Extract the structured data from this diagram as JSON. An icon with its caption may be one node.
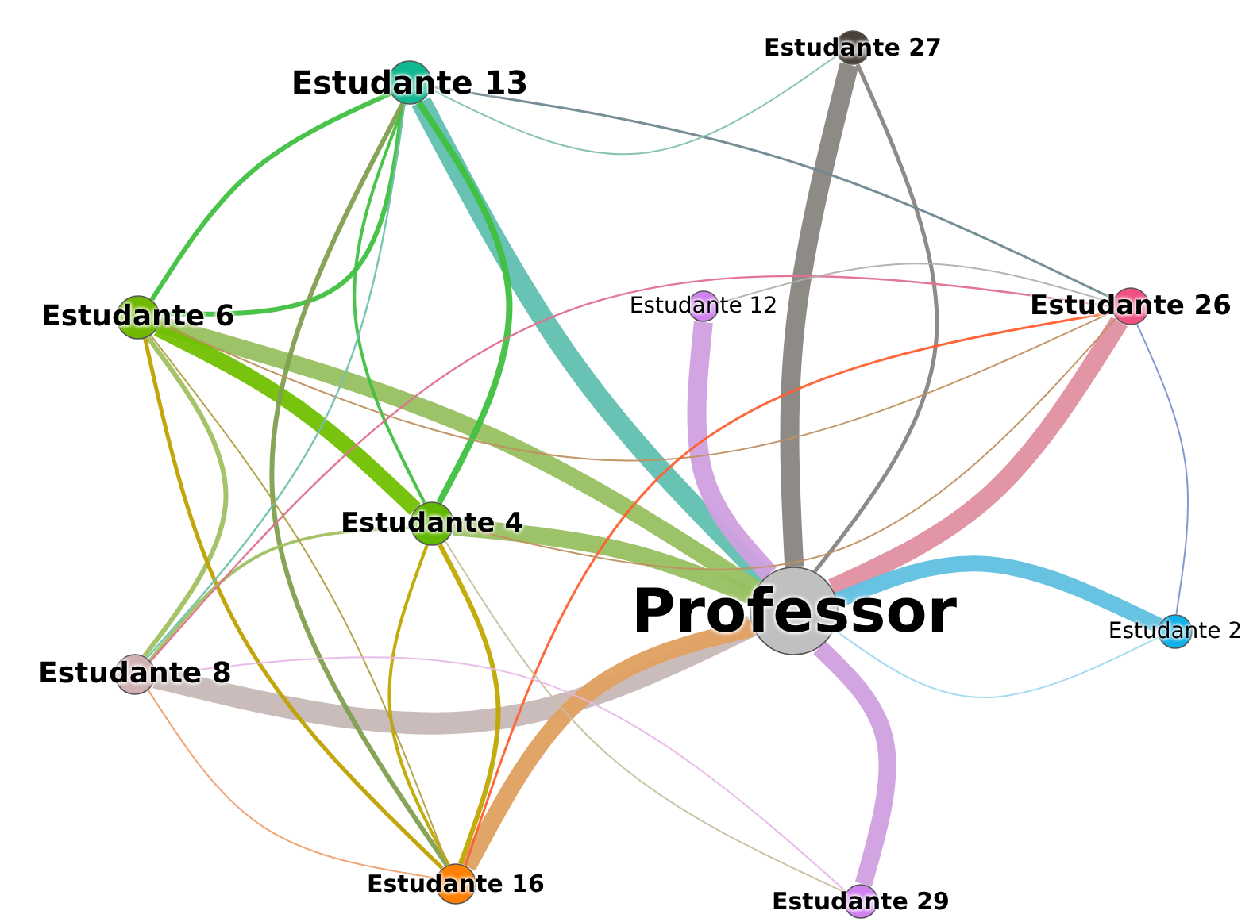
{
  "diagram": {
    "nodes": [
      {
        "text": [
          "Professor"
        ]
      },
      {
        "text": [
          "Estudante 13"
        ]
      },
      {
        "text": [
          "Estudante 27"
        ]
      },
      {
        "text": [
          "Estudante 6"
        ]
      },
      {
        "text": [
          "Estudante 12"
        ]
      },
      {
        "text": [
          "Estudante 26"
        ]
      },
      {
        "text": [
          "Estudante 4"
        ]
      },
      {
        "text": [
          "Estudante 8"
        ]
      },
      {
        "text": [
          "Estudante 2"
        ]
      },
      {
        "text": [
          "Estudante 16"
        ]
      },
      {
        "text": [
          "Estudante 29"
        ]
      }
    ],
    "edges": [
      {
        "from": 1,
        "to": 0,
        "arrow": "none",
        "style": "thick",
        "color": "#60c0b0"
      },
      {
        "from": 2,
        "to": 0,
        "arrow": "none",
        "style": "thick",
        "color": "#888480"
      },
      {
        "from": 5,
        "to": 0,
        "arrow": "none",
        "style": "thick",
        "color": "#e090a0"
      },
      {
        "from": 3,
        "to": 0,
        "arrow": "none",
        "style": "thick",
        "color": "#98c060"
      },
      {
        "from": 6,
        "to": 0,
        "arrow": "none",
        "style": "thick",
        "color": "#98c060"
      },
      {
        "from": 7,
        "to": 0,
        "arrow": "none",
        "style": "thick",
        "color": "#c8b8b8"
      },
      {
        "from": 9,
        "to": 0,
        "arrow": "none",
        "style": "thick",
        "color": "#e0a060"
      },
      {
        "from": 10,
        "to": 0,
        "arrow": "none",
        "style": "thick",
        "color": "#d0a0e0"
      },
      {
        "from": 8,
        "to": 0,
        "arrow": "none",
        "style": "thick",
        "color": "#60c0e0"
      },
      {
        "from": 4,
        "to": 0,
        "arrow": "none",
        "style": "thick",
        "color": "#d0a0e0"
      },
      {
        "from": 3,
        "to": 6,
        "arrow": "none",
        "style": "thick",
        "color": "#70c000"
      },
      {
        "from": 1,
        "to": 3,
        "arrow": "none",
        "color": "#40c040"
      },
      {
        "from": 1,
        "to": 3,
        "arrow": "none",
        "color": "#40c040"
      },
      {
        "from": 1,
        "to": 6,
        "arrow": "none",
        "color": "#40c040"
      },
      {
        "from": 1,
        "to": 6,
        "arrow": "none",
        "color": "#40c040"
      },
      {
        "from": 1,
        "to": 9,
        "arrow": "none",
        "color": "#80a050"
      },
      {
        "from": 3,
        "to": 7,
        "arrow": "none",
        "color": "#a0c060"
      },
      {
        "from": 3,
        "to": 9,
        "arrow": "none",
        "color": "#c0a000"
      },
      {
        "from": 6,
        "to": 9,
        "arrow": "none",
        "color": "#c0a800"
      },
      {
        "from": 6,
        "to": 9,
        "arrow": "none",
        "color": "#c0a800"
      },
      {
        "from": 7,
        "to": 6,
        "arrow": "none",
        "color": "#a0c060"
      },
      {
        "from": 2,
        "to": 0,
        "arrow": "none",
        "color": "#888480"
      },
      {
        "from": 1,
        "to": 5,
        "arrow": "none",
        "color": "#708890"
      },
      {
        "from": 1,
        "to": 2,
        "arrow": "none",
        "color": "#80c0b0"
      },
      {
        "from": 3,
        "to": 5,
        "arrow": "none",
        "color": "#c09060"
      },
      {
        "from": 7,
        "to": 5,
        "arrow": "none",
        "color": "#e07090"
      },
      {
        "from": 7,
        "to": 9,
        "arrow": "none",
        "color": "#f0a070"
      },
      {
        "from": 5,
        "to": 9,
        "arrow": "none",
        "color": "#ff6030"
      },
      {
        "from": 5,
        "to": 8,
        "arrow": "none",
        "color": "#8090d0"
      },
      {
        "from": 8,
        "to": 0,
        "arrow": "none",
        "color": "#a0d8f0"
      },
      {
        "from": 7,
        "to": 1,
        "arrow": "none",
        "color": "#70c0b0"
      },
      {
        "from": 9,
        "to": 3,
        "arrow": "none",
        "color": "#b0a040"
      },
      {
        "from": 10,
        "to": 6,
        "arrow": "none",
        "color": "#c8c0a0"
      },
      {
        "from": 10,
        "to": 7,
        "arrow": "none",
        "color": "#e8b8e8"
      },
      {
        "from": 4,
        "to": 5,
        "arrow": "none",
        "color": "#b0b0b0"
      },
      {
        "from": 6,
        "to": 5,
        "arrow": "none",
        "color": "#c09060"
      }
    ]
  }
}
